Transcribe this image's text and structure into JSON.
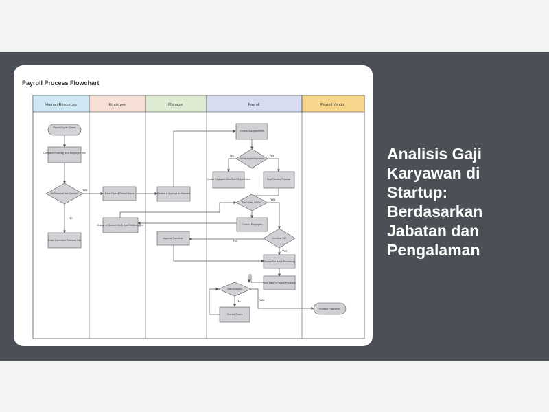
{
  "slide": {
    "headline": "Analisis Gaji Karyawan di Startup: Berdasarkan Jabatan dan Pengalaman"
  },
  "diagram": {
    "title": "Payroll Process Flowchart",
    "lanes": [
      {
        "label": "Human Resources",
        "color": "#cfe8f3"
      },
      {
        "label": "Employee",
        "color": "#f6e0d6"
      },
      {
        "label": "Manager",
        "color": "#dcebd2"
      },
      {
        "label": "Payroll",
        "color": "#d8dcf0"
      },
      {
        "label": "Payroll Vendor",
        "color": "#f7d58a"
      }
    ],
    "nodes": {
      "hr_start": "Payroll Cycle Closes",
      "hr_complete": "Complete Entering New Employee Info",
      "hr_decision": "All Personal Info Correct?",
      "hr_enter": "Enter Corrected Personal Info",
      "emp_enter": "Enter Payroll Period Hours",
      "emp_change": "Change or Correct Info & Heal Fields Logged",
      "mgr_review": "Review & Approve As Needed",
      "mgr_approve": "Approve Overtime",
      "pay_review": "Review Completeness",
      "pay_dec1": "All Employee Reported?",
      "pay_contact1": "Contact Employees Who Didn't Report Hours",
      "pay_start": "Start Review Process",
      "pay_dec2": "Field Entry All Ok?",
      "pay_contact2": "Contact Employee",
      "pay_dec3": "Overtime Ok?",
      "pay_finalize": "Finalize For Batch Processing",
      "pay_send": "Send Data To Payroll Processor",
      "pay_dec4": "Data Accepted",
      "pay_correct": "Correct Errors",
      "vendor_produce": "Produce Payments"
    },
    "labels": {
      "yes": "Yes",
      "no": "No"
    }
  }
}
